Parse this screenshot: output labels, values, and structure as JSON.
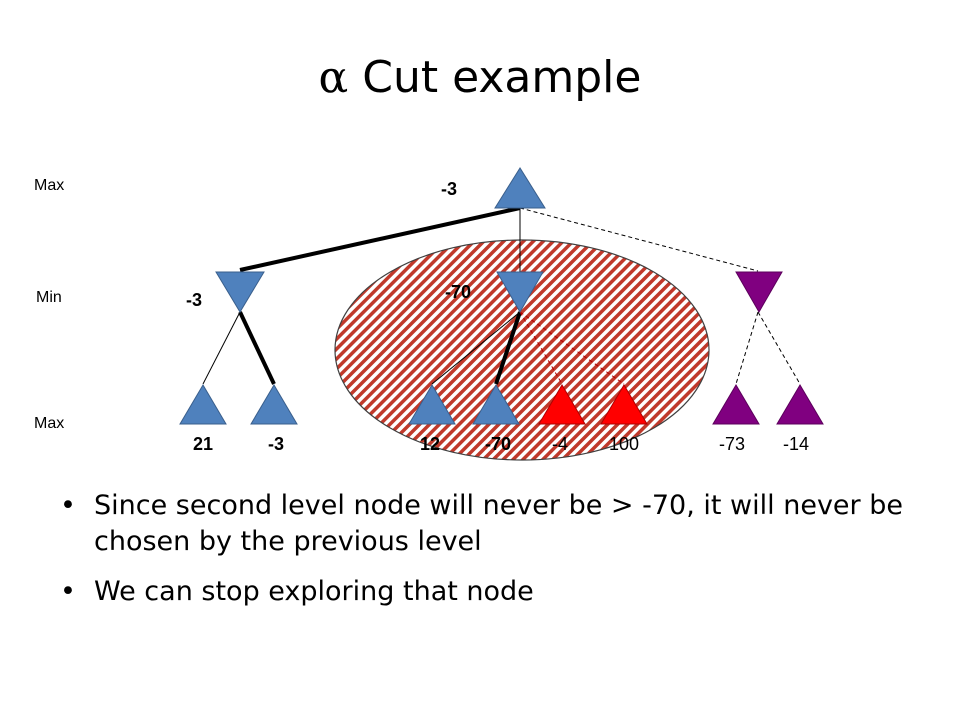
{
  "slide": {
    "title_symbol": "α",
    "title_text": "Cut example",
    "bullets": [
      "Since second level node will never be > -70, it will never be chosen by the previous level",
      "We can stop exploring that node"
    ]
  },
  "diagram": {
    "level_labels": {
      "top": "Max",
      "middle": "Min",
      "bottom": "Max"
    },
    "root_value": "-3",
    "min_values": {
      "left": "-3",
      "middle": "-70"
    },
    "leaf_values": [
      "21",
      "-3",
      "12",
      "-70",
      "-4",
      "100",
      "-73",
      "-14"
    ],
    "colors": {
      "blue": "#4f81bd",
      "red": "#ff0000",
      "purple": "#800080",
      "hatch": "#c0392b"
    }
  }
}
